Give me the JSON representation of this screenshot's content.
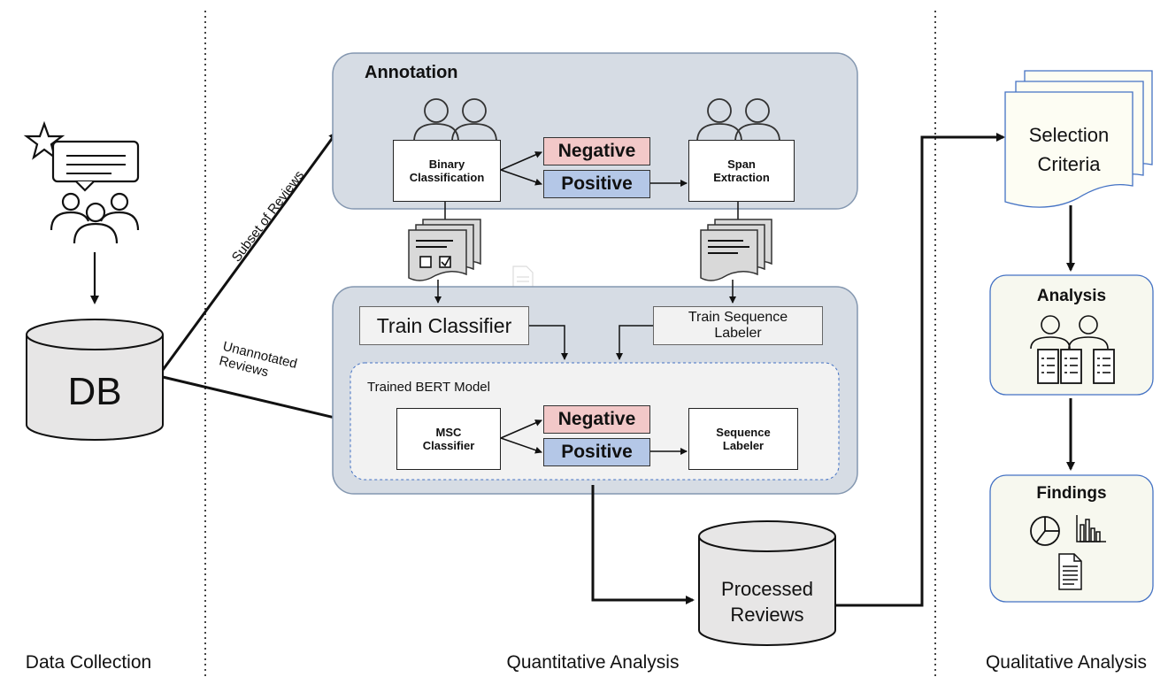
{
  "sections": {
    "data_collection": "Data Collection",
    "quantitative": "Quantitative Analysis",
    "qualitative": "Qualitative Analysis"
  },
  "db": {
    "label": "DB"
  },
  "edges": {
    "subset": "Subset of Reviews",
    "unannotated_line1": "Unannotated",
    "unannotated_line2": "Reviews"
  },
  "annotation": {
    "title": "Annotation",
    "binary_line1": "Binary",
    "binary_line2": "Classification",
    "negative": "Negative",
    "positive": "Positive",
    "span_line1": "Span",
    "span_line2": "Extraction"
  },
  "training": {
    "train_classifier": "Train Classifier",
    "train_seq_line1": "Train Sequence",
    "train_seq_line2": "Labeler",
    "bert_title": "Trained BERT Model",
    "msc_line1": "MSC",
    "msc_line2": "Classifier",
    "negative": "Negative",
    "positive": "Positive",
    "seq_line1": "Sequence",
    "seq_line2": "Labeler"
  },
  "processed": {
    "line1": "Processed",
    "line2": "Reviews"
  },
  "criteria": {
    "line1": "Selection",
    "line2": "Criteria"
  },
  "analysis": {
    "title": "Analysis"
  },
  "findings": {
    "title": "Findings"
  },
  "icons": [
    "star-icon",
    "review-chat-icon",
    "users-icon",
    "annotators-icon",
    "checkbox-document-icon",
    "text-document-icon",
    "document-watermark-icon",
    "pie-chart-icon",
    "bar-chart-icon",
    "report-icon"
  ],
  "colors": {
    "panel_fill": "#d6dce4",
    "panel_border": "#8497b0",
    "inner_fill": "#f2f2f2",
    "negative_fill": "#f2c8c8",
    "positive_fill": "#b4c7e7",
    "cylinder_fill": "#e7e6e6",
    "criteria_fill": "#fdfdf3",
    "qual_fill": "#f7f8ef"
  }
}
